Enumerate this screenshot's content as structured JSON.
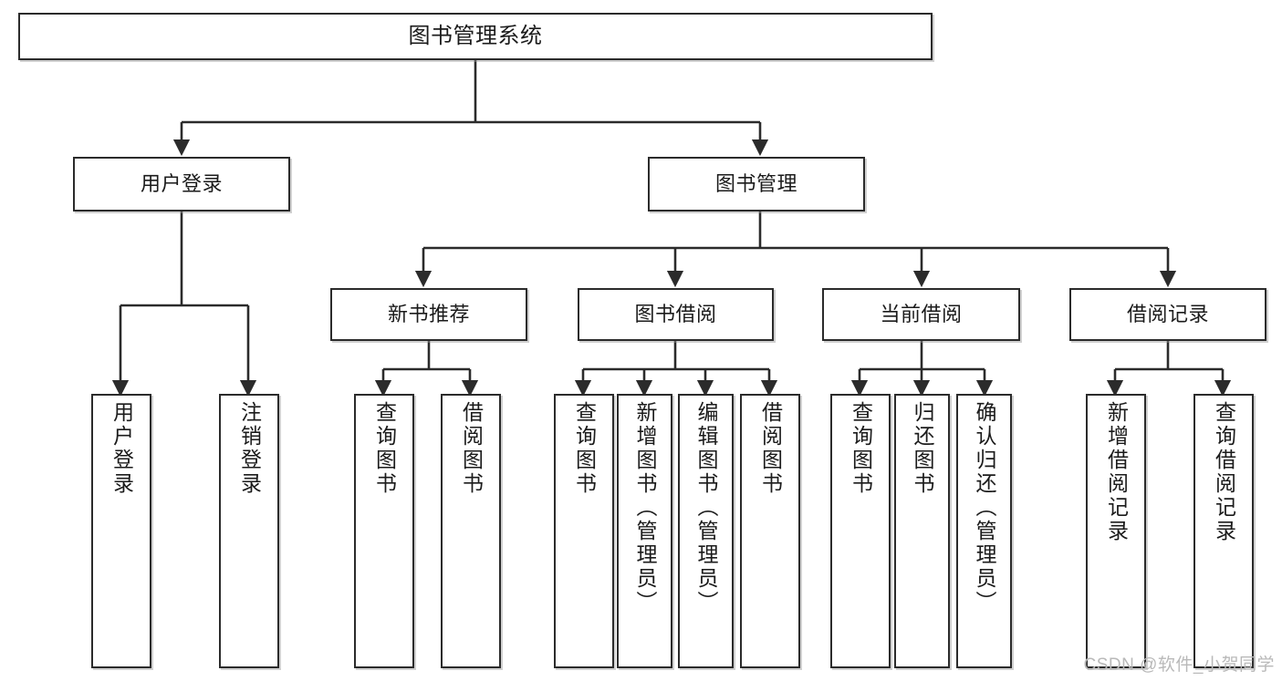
{
  "diagram": {
    "title": "图书管理系统",
    "type": "tree-hierarchy-diagram",
    "colors": {
      "box_border": "#2b2b2b",
      "box_fill": "#ffffff",
      "connector": "#2b2b2b",
      "text": "#1b1b1b",
      "watermark": "#b9b9b9"
    },
    "nodes": {
      "root": {
        "label": "图书管理系统"
      },
      "level2": [
        {
          "label": "用户登录"
        },
        {
          "label": "图书管理"
        }
      ],
      "level3": [
        {
          "label": "新书推荐"
        },
        {
          "label": "图书借阅"
        },
        {
          "label": "当前借阅"
        },
        {
          "label": "借阅记录"
        }
      ],
      "leaves": {
        "user_login": [
          {
            "label": "用户登录"
          },
          {
            "label": "注销登录"
          }
        ],
        "new_book_recommend": [
          {
            "label": "查询图书"
          },
          {
            "label": "借阅图书"
          }
        ],
        "book_borrow": [
          {
            "label": "查询图书"
          },
          {
            "label": "新增图书（管理员）"
          },
          {
            "label": "编辑图书（管理员）"
          },
          {
            "label": "借阅图书"
          }
        ],
        "current_borrow": [
          {
            "label": "查询图书"
          },
          {
            "label": "归还图书"
          },
          {
            "label": "确认归还（管理员）"
          }
        ],
        "borrow_record": [
          {
            "label": "新增借阅记录"
          },
          {
            "label": "查询借阅记录"
          }
        ]
      }
    },
    "watermark": "CSDN @软件_小贺同学"
  }
}
